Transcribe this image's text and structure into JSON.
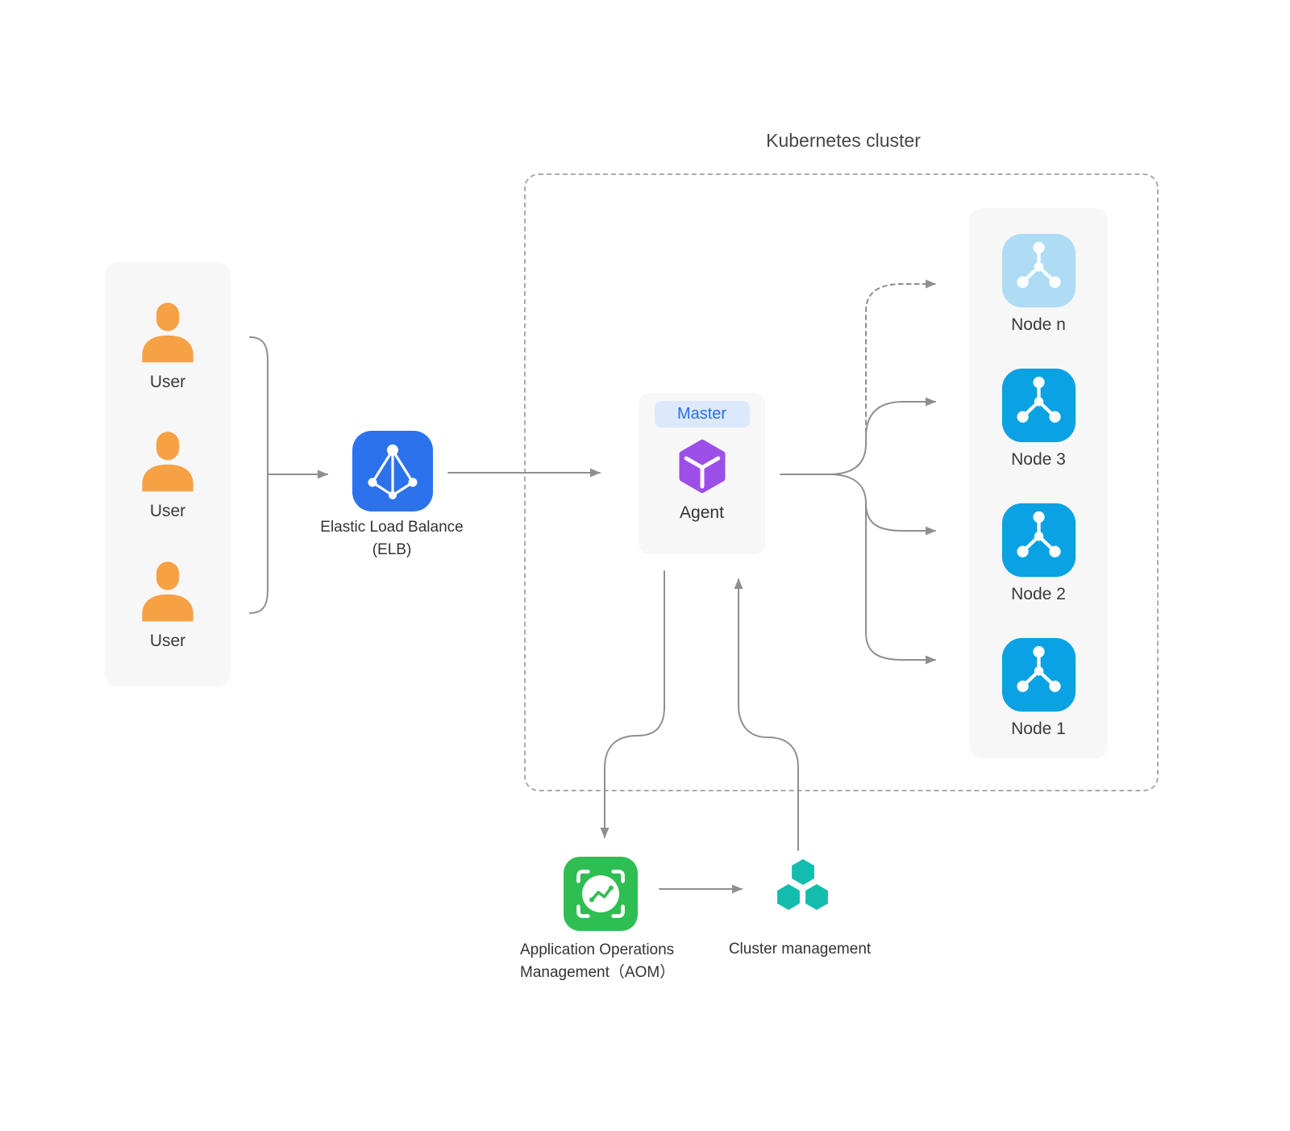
{
  "diagram": {
    "title": "Kubernetes cluster",
    "users": [
      {
        "label": "User"
      },
      {
        "label": "User"
      },
      {
        "label": "User"
      }
    ],
    "elb": {
      "line1": "Elastic Load Balance",
      "line2": "(ELB)"
    },
    "master": {
      "badge": "Master",
      "agent_label": "Agent"
    },
    "nodes": [
      {
        "label": "Node n"
      },
      {
        "label": "Node 3"
      },
      {
        "label": "Node 2"
      },
      {
        "label": "Node 1"
      }
    ],
    "aom": {
      "line1": "Application Operations",
      "line2": "Management（AOM）"
    },
    "cluster_management": {
      "label": "Cluster management"
    },
    "colors": {
      "user_orange": "#F7A145",
      "elb_blue": "#2B72EC",
      "agent_purple": "#9C4FE8",
      "node_blue": "#0AA2E2",
      "node_light_blue": "#AFDCF5",
      "aom_green": "#2FBE52",
      "cluster_teal": "#14BCAE",
      "master_badge_bg": "#DCE9FC",
      "master_badge_text": "#2B6EE6",
      "connector_gray": "#8F8F8F",
      "panel_gray": "#F7F7F8"
    }
  }
}
